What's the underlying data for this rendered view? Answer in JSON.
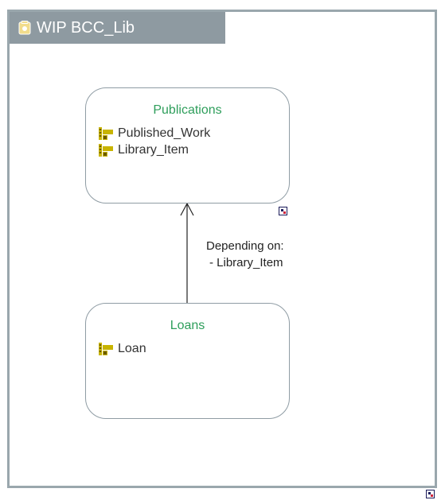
{
  "package": {
    "title": "WIP BCC_Lib",
    "icon": "package-icon",
    "frame_color": "#9aa7ad",
    "tab_color": "#8e9aa1"
  },
  "modules": [
    {
      "title": "Publications",
      "items": [
        {
          "label": "Published_Work",
          "icon": "library-class-icon"
        },
        {
          "label": "Library_Item",
          "icon": "library-class-icon"
        }
      ]
    },
    {
      "title": "Loans",
      "items": [
        {
          "label": "Loan",
          "icon": "library-class-icon"
        }
      ]
    }
  ],
  "dependency": {
    "from": "Loans",
    "to": "Publications",
    "label_line1": "Depending on:",
    "label_line2": "- Library_Item"
  },
  "colors": {
    "module_title": "#2e9e5b",
    "module_border": "#8f9ca4",
    "icon_fill": "#c8b400",
    "icon_dark": "#6b5a00"
  }
}
